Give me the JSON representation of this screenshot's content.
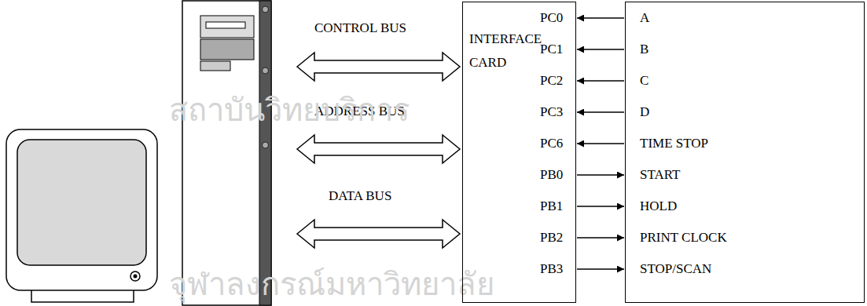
{
  "diagram": {
    "nodes": [
      {
        "text": [
          "INTERFACE CARD",
          "PC0",
          "PC1",
          "PC2",
          "PC3",
          "PC6",
          "PB0",
          "PB1",
          "PB2",
          "PB3"
        ]
      },
      {
        "text": [
          "A",
          "B",
          "C",
          "D",
          "TIME STOP",
          "START",
          "HOLD",
          "PRINT CLOCK",
          "STOP/SCAN"
        ]
      }
    ],
    "edges": [
      {
        "from": 1,
        "to": 0,
        "arrow": "to"
      },
      {
        "from": 1,
        "to": 0,
        "arrow": "to"
      },
      {
        "from": 1,
        "to": 0,
        "arrow": "to"
      },
      {
        "from": 1,
        "to": 0,
        "arrow": "to"
      },
      {
        "from": 1,
        "to": 0,
        "arrow": "to"
      },
      {
        "from": 0,
        "to": 1,
        "arrow": "to"
      },
      {
        "from": 0,
        "to": 1,
        "arrow": "to"
      },
      {
        "from": 0,
        "to": 1,
        "arrow": "to"
      },
      {
        "from": 0,
        "to": 1,
        "arrow": "to"
      }
    ],
    "labels": [
      "CONTROL BUS",
      "ADDRESS BUS",
      "DATA BUS",
      "สถาบันวิทยบริการ",
      "จุฬาลงกรณ์มหาวิทยาลัย"
    ]
  }
}
